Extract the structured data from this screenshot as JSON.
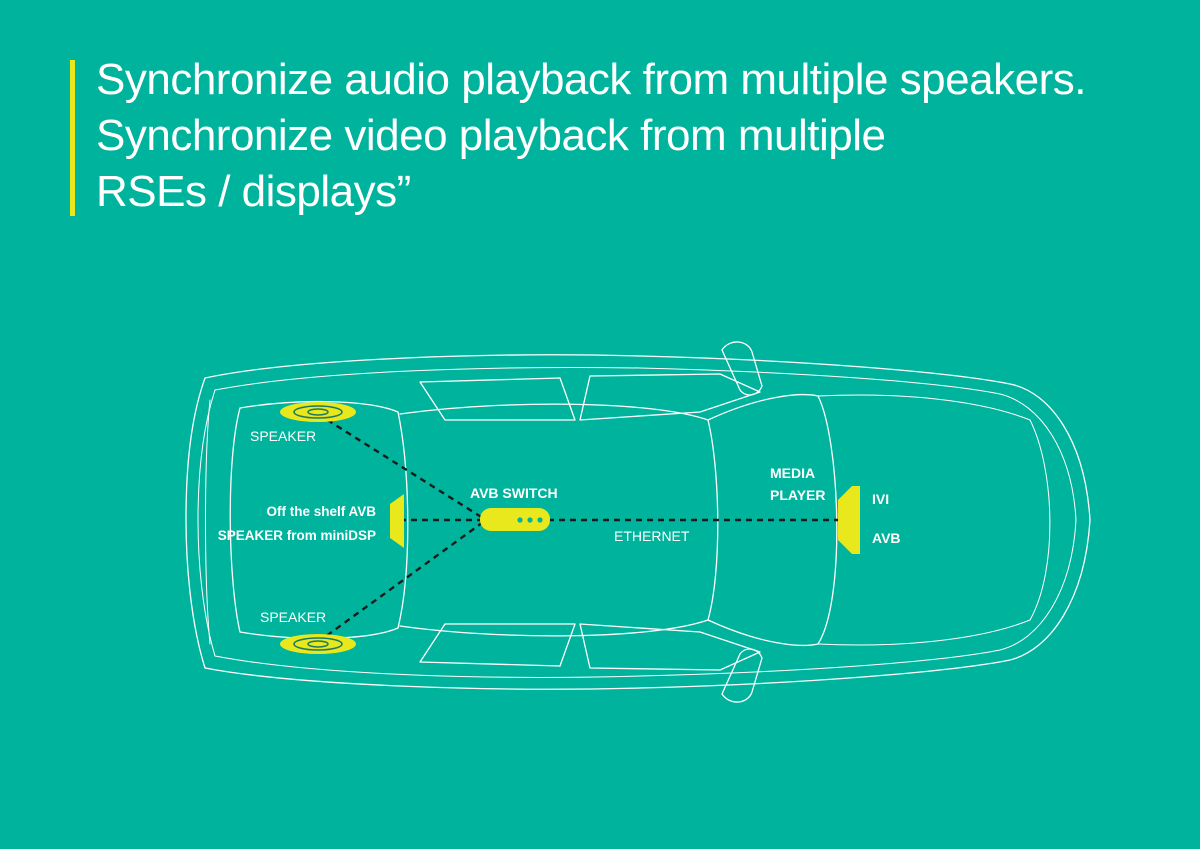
{
  "headline": {
    "line1": "Synchronize audio playback from multiple speakers.",
    "line2": "Synchronize video playback from multiple",
    "line3": "RSEs / displays”"
  },
  "diagram": {
    "speaker_top": "SPEAKER",
    "speaker_bottom": "SPEAKER",
    "avb_speaker_line1": "Off the shelf AVB",
    "avb_speaker_line2": "SPEAKER from miniDSP",
    "avb_switch": "AVB SWITCH",
    "ethernet": "ETHERNET",
    "media_player_line1": "MEDIA",
    "media_player_line2": "PLAYER",
    "ivi": "IVI",
    "avb": "AVB"
  },
  "colors": {
    "background": "#00b39c",
    "accent": "#e8e81c",
    "outline": "#ffffff",
    "link": "#1a1a1a"
  }
}
